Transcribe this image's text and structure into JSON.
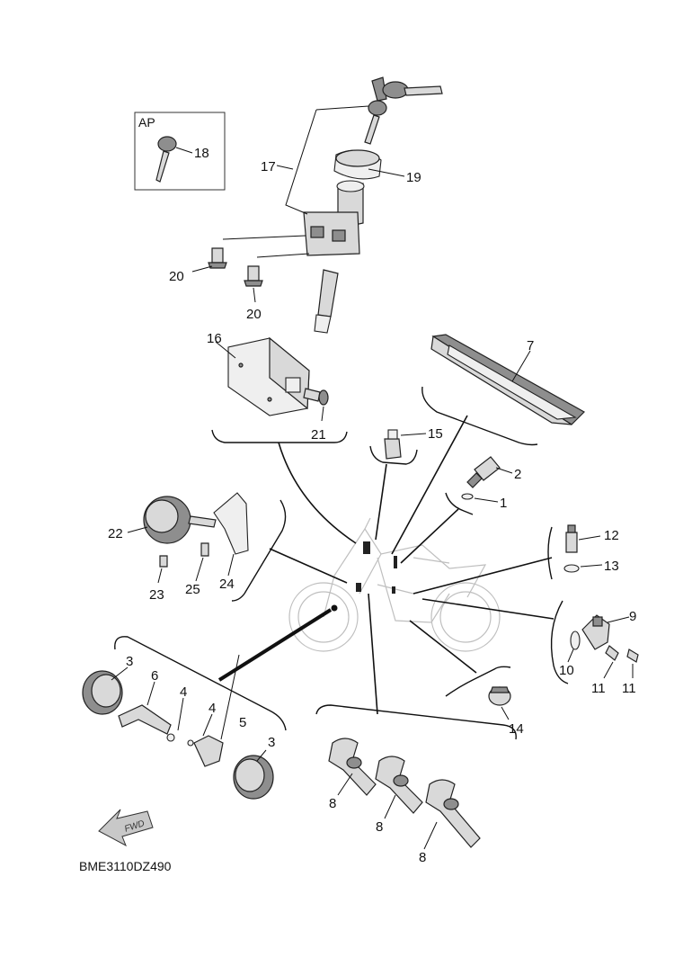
{
  "diagram_code": "BME3110DZ490",
  "ap_box_label": "AP",
  "fwd_label": "FWD",
  "callouts": {
    "c1": "1",
    "c2": "2",
    "c3a": "3",
    "c3b": "3",
    "c4a": "4",
    "c4b": "4",
    "c5": "5",
    "c6": "6",
    "c7": "7",
    "c8a": "8",
    "c8b": "8",
    "c8c": "8",
    "c9": "9",
    "c10": "10",
    "c11a": "11",
    "c11b": "11",
    "c12": "12",
    "c13": "13",
    "c14": "14",
    "c15": "15",
    "c16": "16",
    "c17": "17",
    "c18": "18",
    "c19": "19",
    "c20a": "20",
    "c20b": "20",
    "c21": "21",
    "c22": "22",
    "c23": "23",
    "c24": "24",
    "c25": "25"
  }
}
